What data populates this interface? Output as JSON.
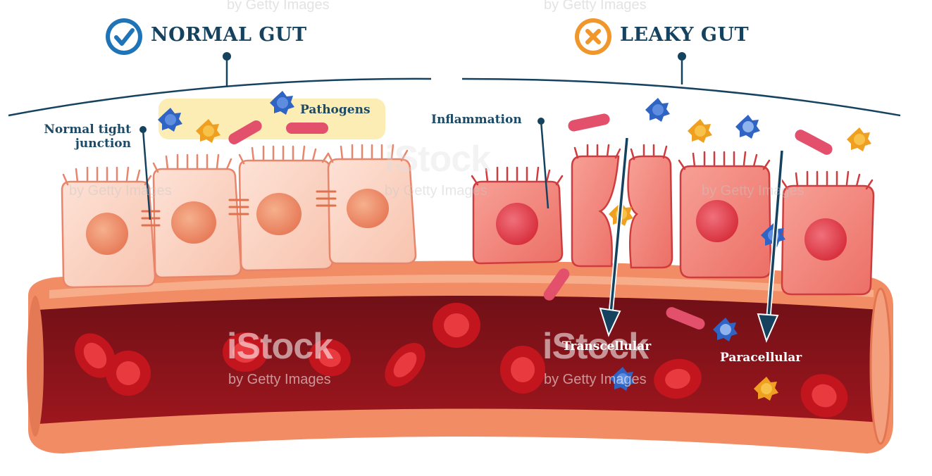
{
  "titles": {
    "normal": "NORMAL GUT",
    "leaky": "LEAKY GUT"
  },
  "labels": {
    "normal_tight_junction": "Normal tight junction",
    "normal_tight_junction_line1": "Normal tight",
    "normal_tight_junction_line2": "junction",
    "pathogens": "Pathogens",
    "inflammation": "Inflammation",
    "transcellular": "Transcellular",
    "paracellular": "Paracellular"
  },
  "watermark": {
    "brand": "iStock",
    "byline": "by Getty Images"
  },
  "colors": {
    "navy": "#15435f",
    "check_blue": "#1f74b8",
    "cross_orange": "#f0962a",
    "normal_cell": "#fbd3c3",
    "inflamed_cell": "#f08076",
    "blood": "#8b1219",
    "vessel_wall": "#f28c65",
    "highlight": "#fbeaa8"
  },
  "icons": {
    "normal": "check-circle-icon",
    "leaky": "x-circle-icon"
  }
}
